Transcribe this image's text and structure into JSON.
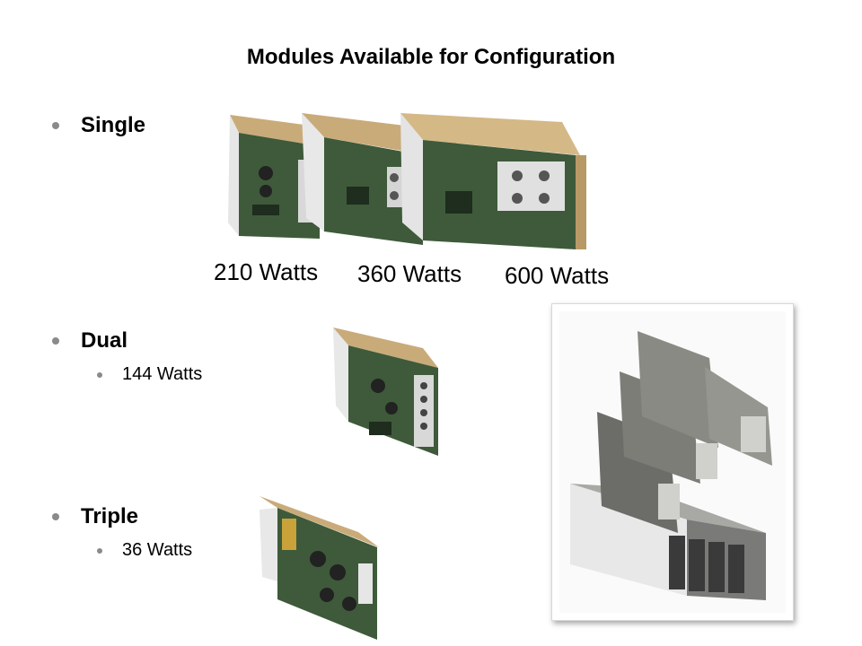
{
  "title": "Modules Available for Configuration",
  "bullets": {
    "single": "Single",
    "dual": "Dual",
    "dual_sub": "144 Watts",
    "triple": "Triple",
    "triple_sub": "36 Watts"
  },
  "single_watts": [
    "210 Watts",
    "360 Watts",
    "600 Watts"
  ],
  "colors": {
    "bullet": "#8a8a8a",
    "pcb": "#3e5a3a",
    "metal": "#c9ab7a"
  },
  "images": {
    "single_modules": "three single-output power modules",
    "dual_module": "dual-output power module",
    "triple_module": "triple-output power module",
    "assembled": "assembled modular power supply with stacked modules"
  }
}
